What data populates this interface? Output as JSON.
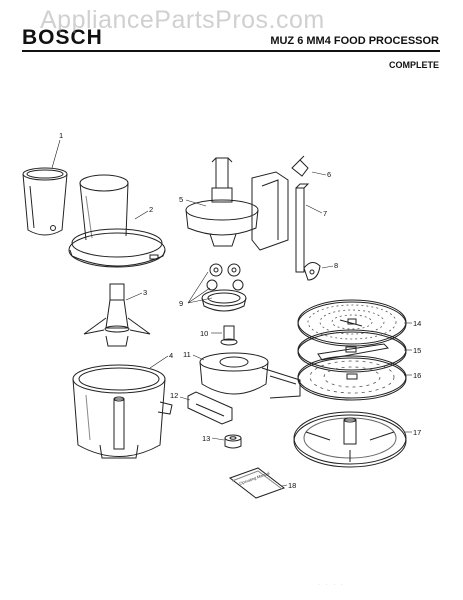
{
  "header": {
    "brand": "BOSCH",
    "model": "MUZ 6 MM4 FOOD PROCESSOR",
    "subtitle": "COMPLETE"
  },
  "watermark": "AppliancePartsPros.com",
  "callouts": [
    "1",
    "2",
    "3",
    "4",
    "5",
    "6",
    "7",
    "8",
    "9",
    "10",
    "11",
    "12",
    "13",
    "14",
    "15",
    "16",
    "17",
    "18"
  ],
  "manual_label": "Operating Manual",
  "footer_marks": "· · ·  ·",
  "colors": {
    "line": "#222222",
    "shade": "#888888",
    "paper": "#ffffff"
  }
}
